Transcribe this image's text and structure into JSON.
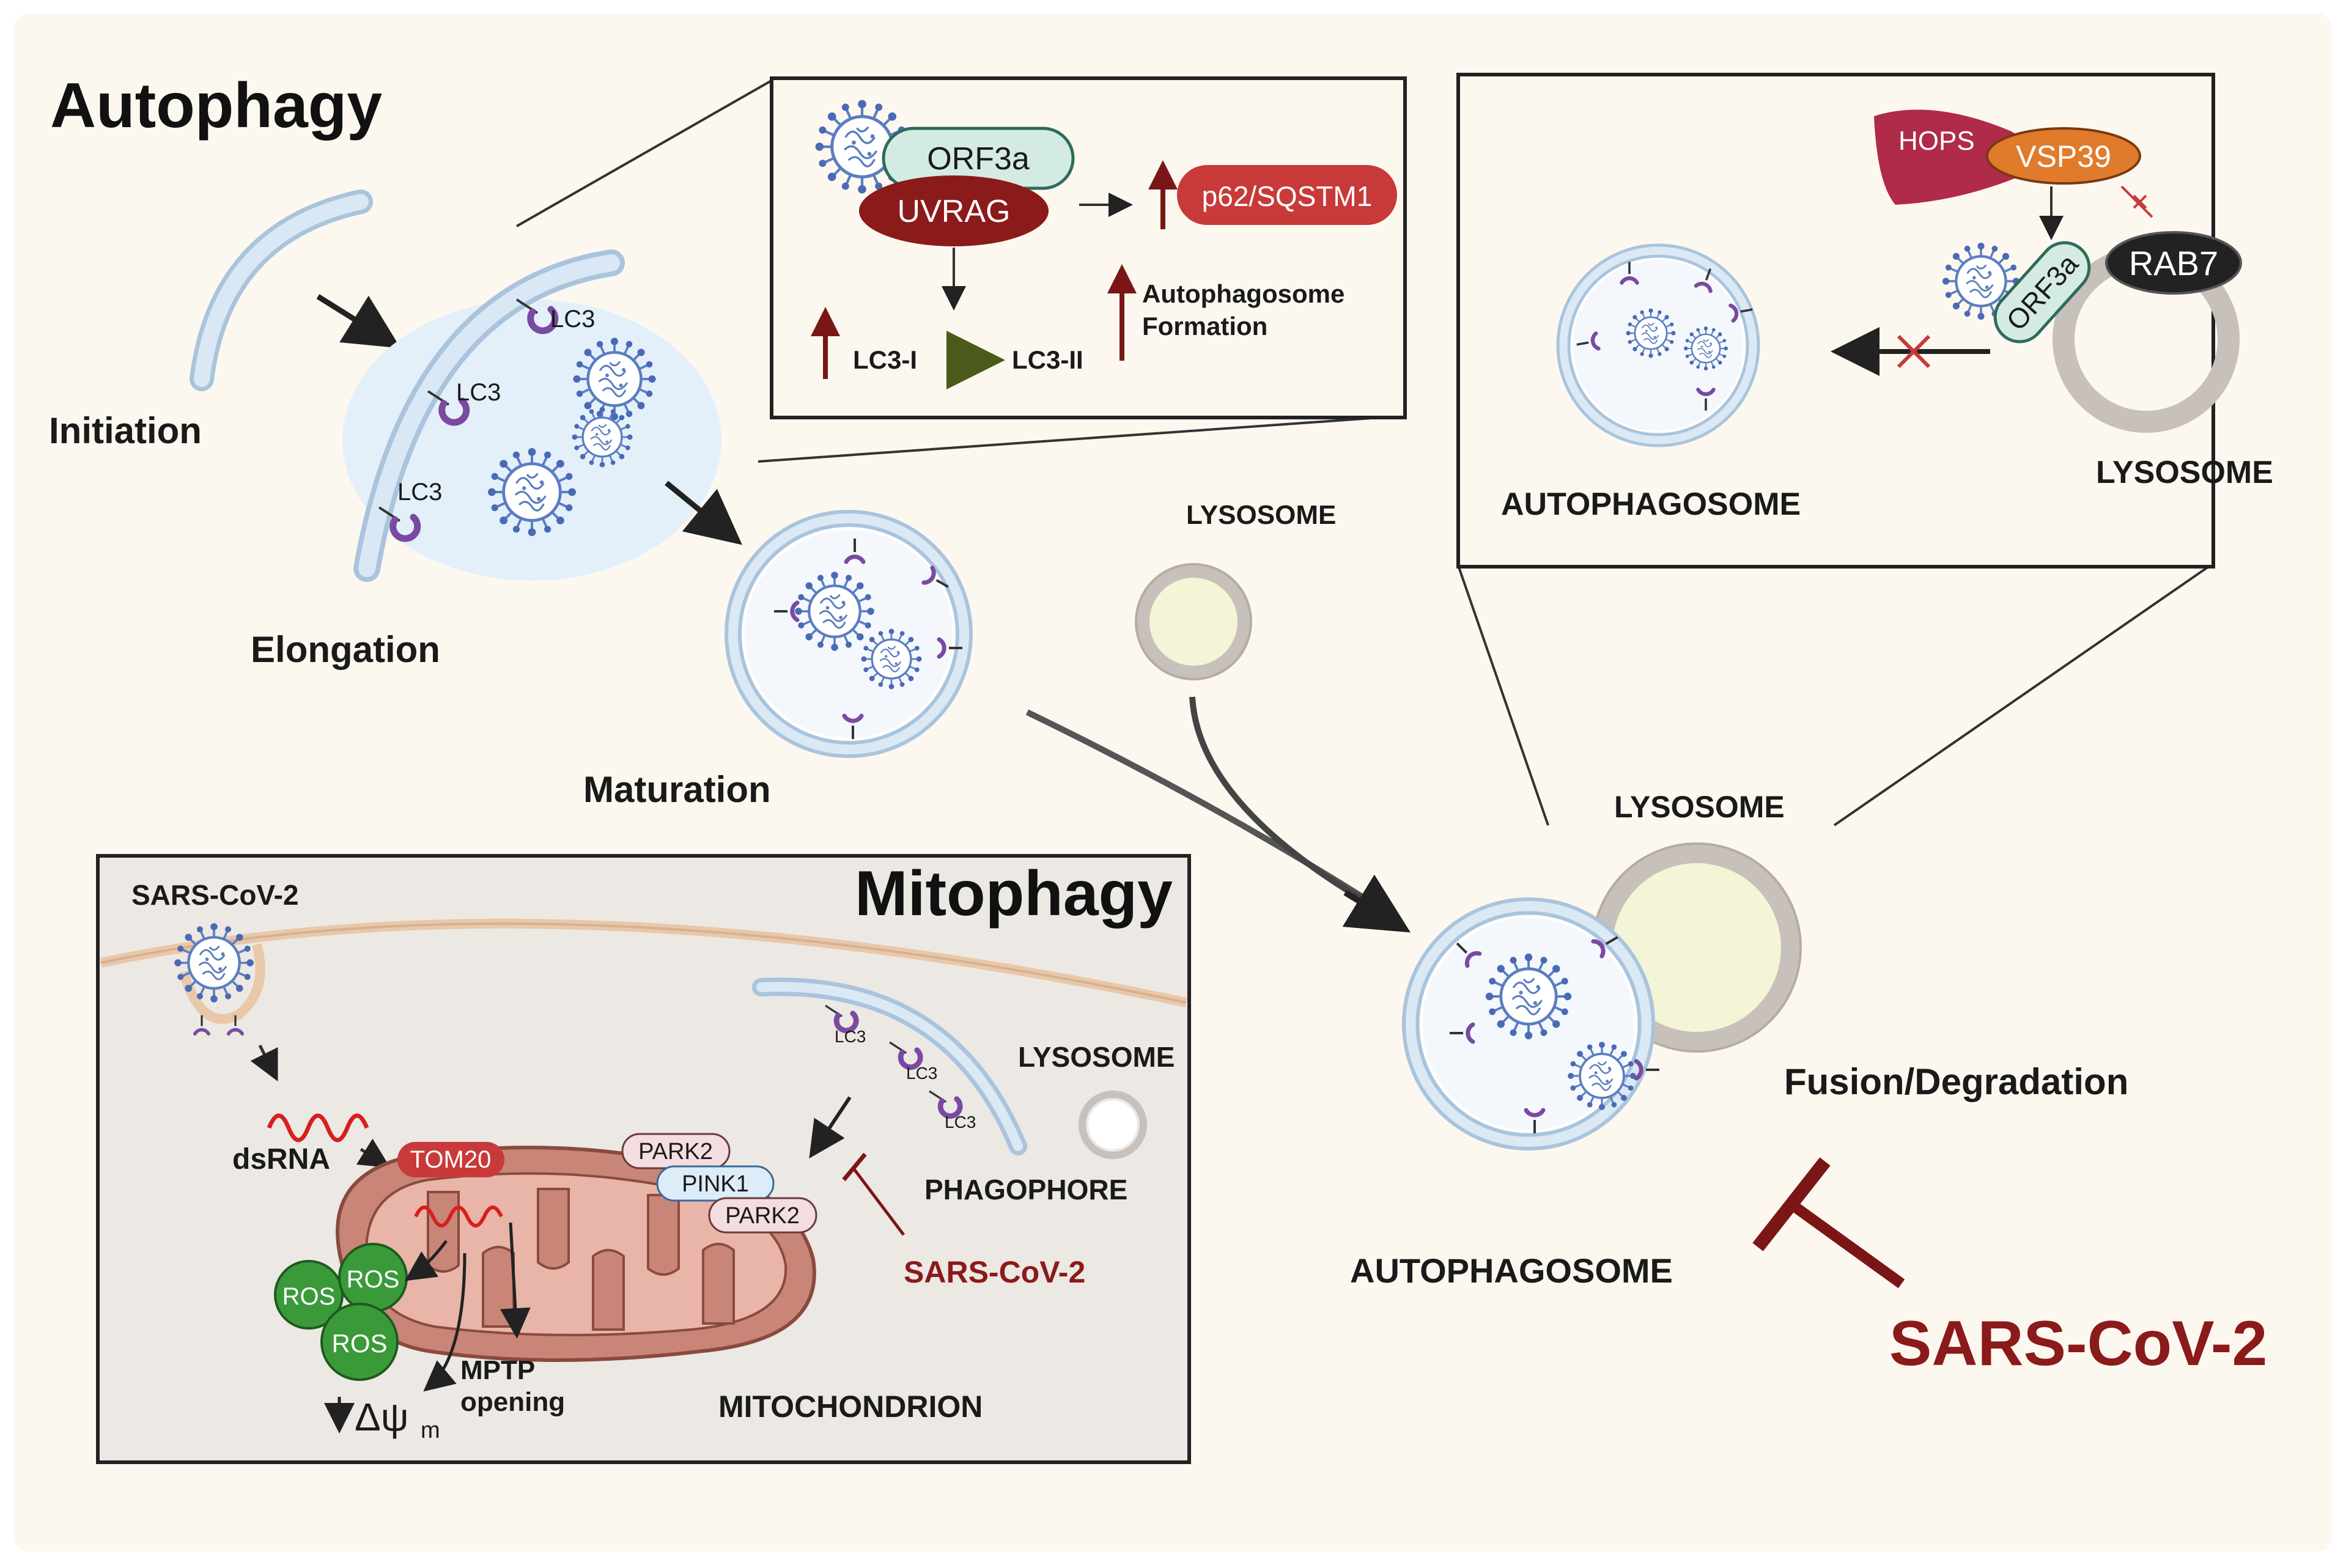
{
  "main": {
    "title": "Autophagy",
    "stages": {
      "initiation": "Initiation",
      "elongation": "Elongation",
      "maturation": "Maturation",
      "fusion": "Fusion/Degradation"
    },
    "lc3_labels": [
      "LC3",
      "LC3",
      "LC3"
    ],
    "lysosome_label": "LYSOSOME",
    "fusion_lysosome_label": "LYSOSOME",
    "autophagosome_label": "AUTOPHAGOSOME",
    "inhibitor_label": "SARS-CoV-2"
  },
  "inset_left": {
    "orf3a": "ORF3a",
    "uvrag": "UVRAG",
    "p62": "p62/SQSTM1",
    "lc3_i": "LC3-I",
    "lc3_ii": "LC3-II",
    "autophagosome_formation_line1": "Autophagosome",
    "autophagosome_formation_line2": "Formation"
  },
  "inset_right": {
    "hops": "HOPS",
    "vsp39": "VSP39",
    "orf3a": "ORF3a",
    "rab7": "RAB7",
    "autophagosome_label": "AUTOPHAGOSOME",
    "lysosome_label": "LYSOSOME"
  },
  "mitophagy": {
    "title": "Mitophagy",
    "virus_label": "SARS-CoV-2",
    "dsrna": "dsRNA",
    "tom20": "TOM20",
    "park2_top": "PARK2",
    "pink1": "PINK1",
    "park2_bottom": "PARK2",
    "ros_labels": [
      "ROS",
      "ROS",
      "ROS"
    ],
    "mptp_line1": "MPTP",
    "mptp_line2": "opening",
    "delta_psi": "Δψ",
    "delta_psi_sub": "m",
    "lc3_labels": [
      "LC3",
      "LC3",
      "LC3"
    ],
    "lysosome_label": "LYSOSOME",
    "phagophore_label": "PHAGOPHORE",
    "inhibitor_label": "SARS-CoV-2",
    "mitochondrion_label": "MITOCHONDRION"
  },
  "colors": {
    "background": "#fcf8f0",
    "membrane": "#cfe3f2",
    "virus": "#5b7dc0",
    "lc3_purple": "#7a4aa0",
    "sars_red": "#8b1a1a",
    "mito": "#c98578",
    "ros_green": "#3a9a3a"
  }
}
